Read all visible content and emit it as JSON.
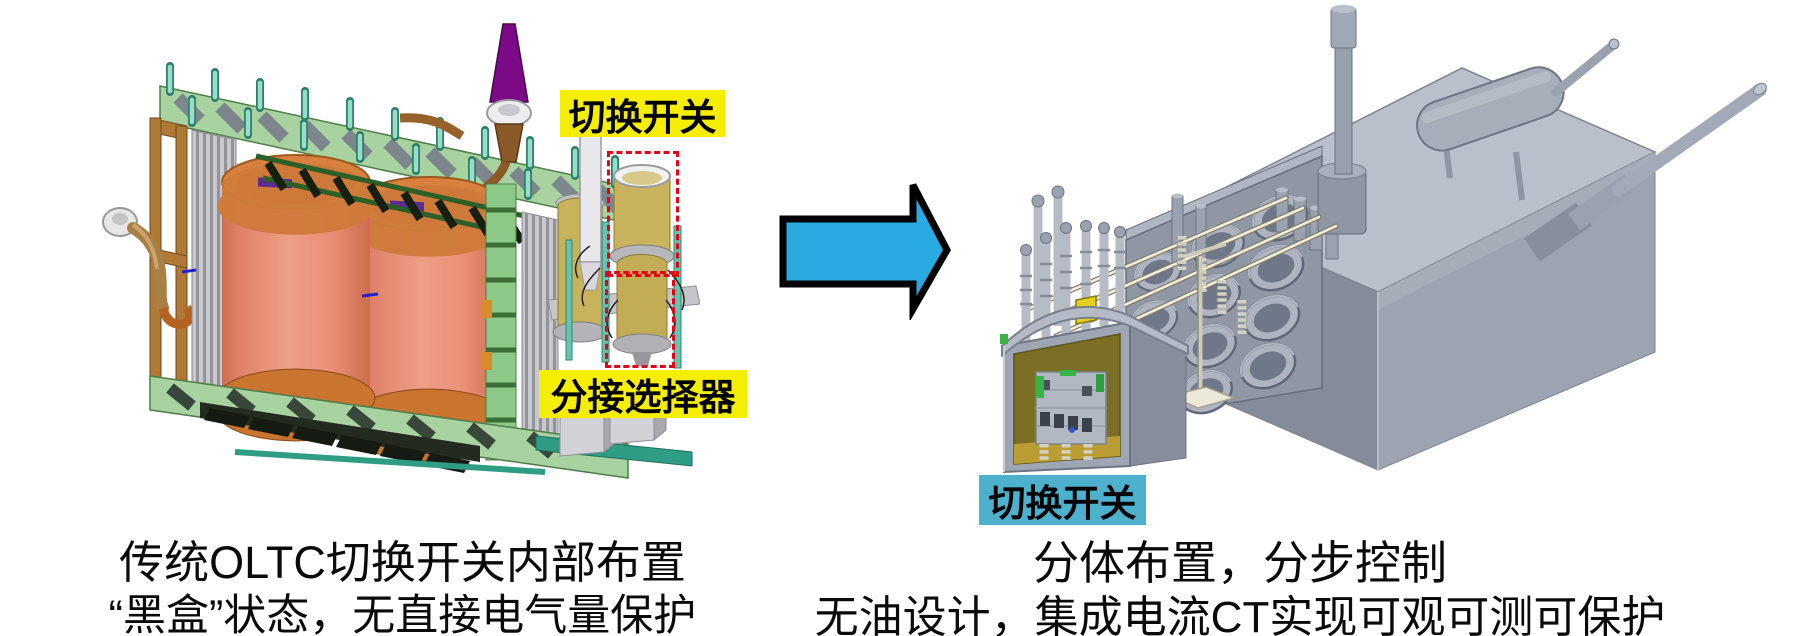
{
  "figure": {
    "background": "#ffffff"
  },
  "left_panel": {
    "callouts": [
      {
        "id": "diverter-switch",
        "label": "切换开关",
        "bg": "#f6ee00"
      },
      {
        "id": "tap-selector",
        "label": "分接选择器",
        "bg": "#f6ee00"
      }
    ],
    "highlight_color": "#e50019",
    "caption": [
      "传统OLTC切换开关内部布置",
      "“黑盒”状态，无直接电气量保护"
    ]
  },
  "arrow": {
    "direction": "right",
    "fill": "#29abe2",
    "outline": "#000000"
  },
  "right_panel": {
    "callouts": [
      {
        "id": "diverter-switch",
        "label": "切换开关",
        "bg": "#4db1cd"
      }
    ],
    "caption": [
      "分体布置，分步控制",
      "无油设计，集成电流CT实现可观可测可保护"
    ]
  }
}
